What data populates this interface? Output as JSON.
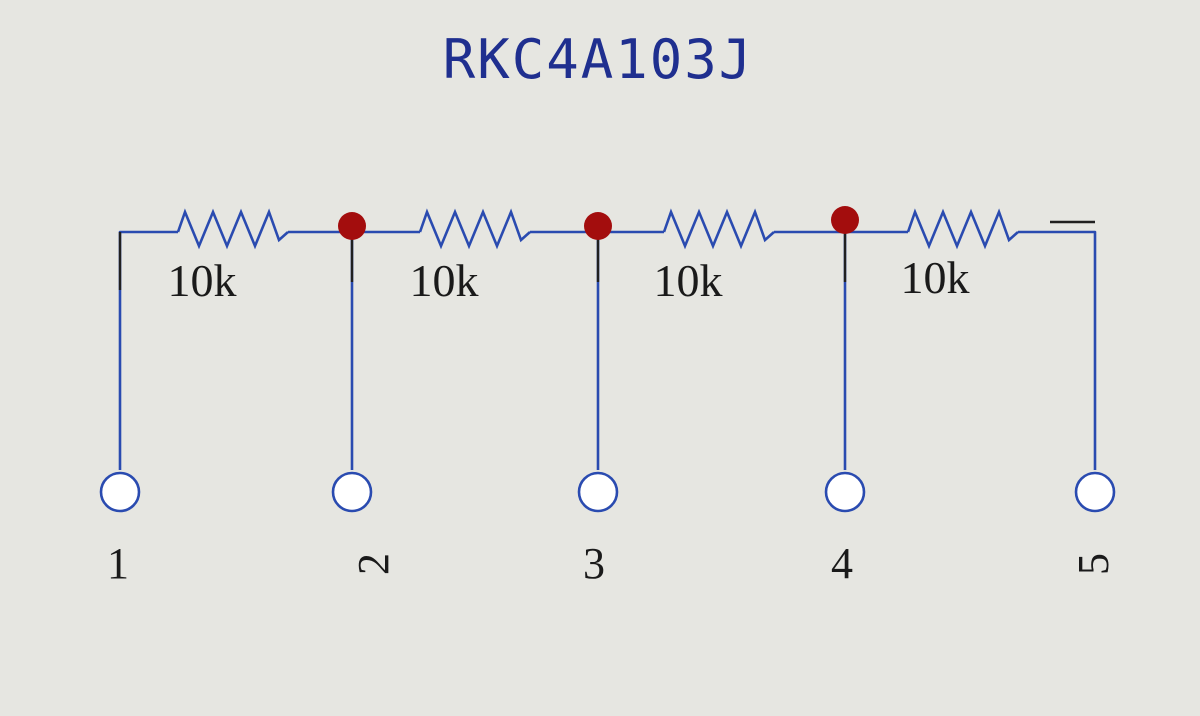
{
  "schematic": {
    "part_number": "RKC4A103J",
    "resistors": [
      {
        "label": "10k"
      },
      {
        "label": "10k"
      },
      {
        "label": "10k"
      },
      {
        "label": "10k"
      }
    ],
    "pins": [
      {
        "label": "1"
      },
      {
        "label": "2"
      },
      {
        "label": "3"
      },
      {
        "label": "4"
      },
      {
        "label": "5"
      }
    ],
    "colors": {
      "wire": "#2a4bb0",
      "junction": "#a30d0d",
      "lead_dark": "#202020",
      "background": "#e6e6e1"
    }
  }
}
